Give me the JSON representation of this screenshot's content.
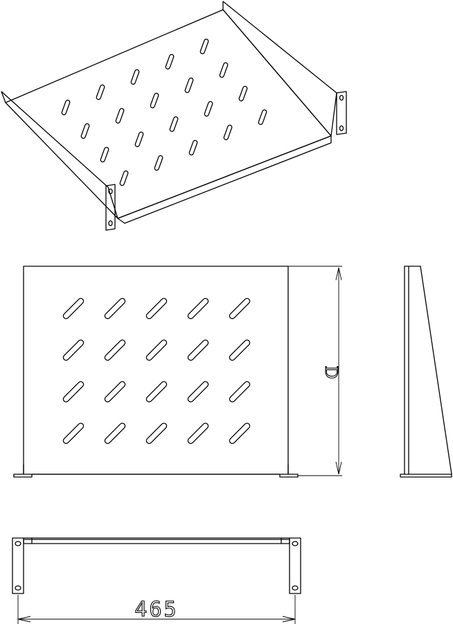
{
  "dimensions": {
    "depth_label": "D",
    "width_label": "465"
  },
  "views": {
    "isometric": {
      "slot_rows": 4,
      "slot_cols": 5
    },
    "top": {
      "slot_rows": 4,
      "slot_cols": 5
    }
  }
}
